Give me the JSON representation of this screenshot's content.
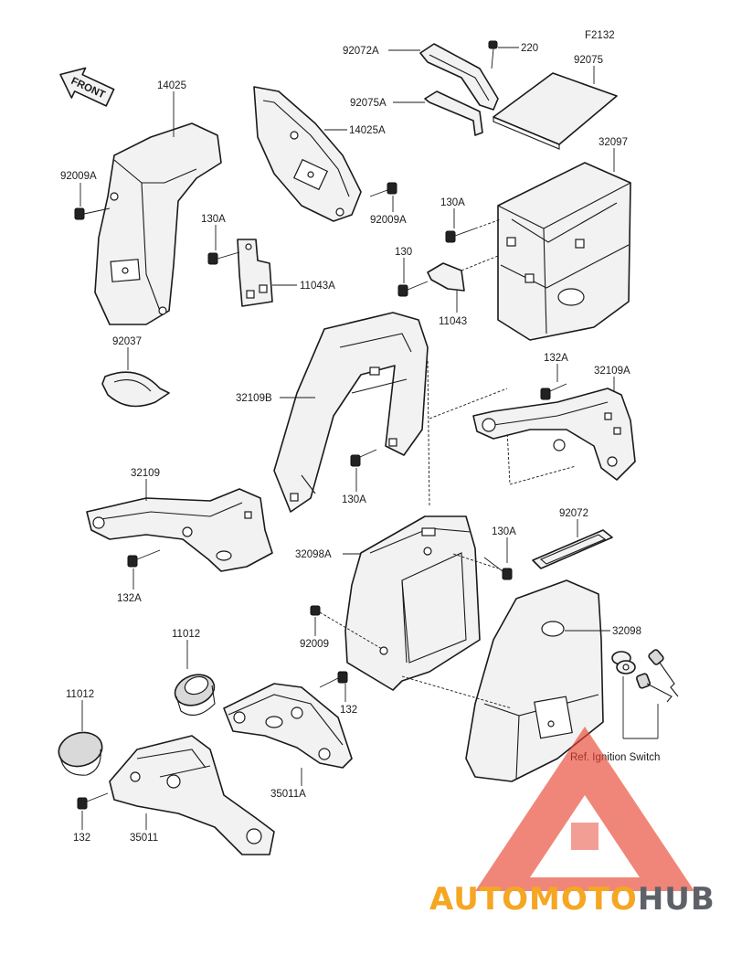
{
  "figure_code": "F2132",
  "front_arrow": "FRONT",
  "labels": {
    "p92072A": "92072A",
    "p220": "220",
    "p92075": "92075",
    "p92075A": "92075A",
    "p14025": "14025",
    "p14025A": "14025A",
    "p92009A_left": "92009A",
    "p92009A_right": "92009A",
    "p130A_a": "130A",
    "p130A_b": "130A",
    "p130A_c": "130A",
    "p130A_d": "130A",
    "p130": "130",
    "p11043A": "11043A",
    "p11043": "11043",
    "p32097": "32097",
    "p92037": "92037",
    "p132A_top": "132A",
    "p32109A": "32109A",
    "p32109B": "32109B",
    "p32109": "32109",
    "p132A_bottom": "132A",
    "p92072": "92072",
    "p32098A": "32098A",
    "p92009": "92009",
    "p32098": "32098",
    "p11012_a": "11012",
    "p11012_b": "11012",
    "p132_a": "132",
    "p132_b": "132",
    "p35011A": "35011A",
    "p35011": "35011",
    "ignition_ref": "Ref. Ignition Switch"
  },
  "watermark": {
    "part1": "AUTO",
    "part2": "MOTO",
    "part3": "HUB",
    "color_orange": "#f5a623",
    "color_gray": "#5f6168",
    "color_red": "#e8412e"
  }
}
